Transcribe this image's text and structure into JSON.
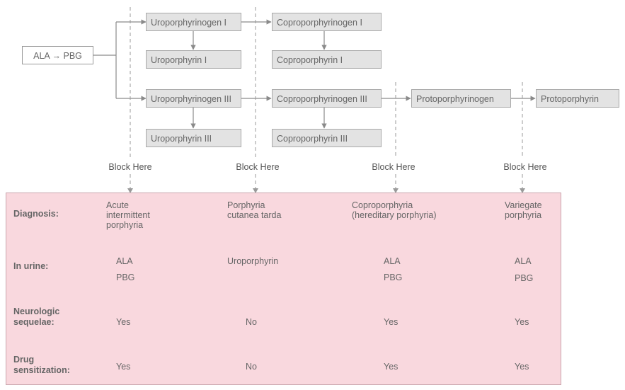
{
  "pathway": {
    "start": "ALA → PBG",
    "uro1": "Uroporphyrinogen I",
    "copro1": "Coproporphyrinogen I",
    "uroporphyrin1": "Uroporphyrin I",
    "coproporphyrin1": "Coproporphyrin I",
    "uro3": "Uroporphyrinogen III",
    "copro3": "Coproporphyrinogen III",
    "protogen": "Protoporphyrinogen",
    "proto": "Protoporphyrin",
    "uroporphyrin3": "Uroporphyrin III",
    "coproporphyrin3": "Coproporphyrin III"
  },
  "block_label": "Block Here",
  "row_headers": {
    "diagnosis": "Diagnosis:",
    "urine": "In urine:",
    "neuro": "Neurologic\nsequelae:",
    "drug": "Drug\nsensitization:"
  },
  "columns": [
    {
      "diagnosis": "Acute\nintermittent\nporphyria",
      "urine_1": "ALA",
      "urine_2": "PBG",
      "neuro": "Yes",
      "drug": "Yes"
    },
    {
      "diagnosis": "Porphyria\ncutanea tarda",
      "urine_1": "Uroporphyrin",
      "urine_2": "",
      "neuro": "No",
      "drug": "No"
    },
    {
      "diagnosis": "Coproporphyria\n(hereditary porphyria)",
      "urine_1": "ALA",
      "urine_2": "PBG",
      "neuro": "Yes",
      "drug": "Yes"
    },
    {
      "diagnosis": "Variegate\nporphyria",
      "urine_1": "ALA",
      "urine_2": "PBG",
      "neuro": "Yes",
      "drug": "Yes"
    }
  ],
  "colors": {
    "box_fill": "#e3e3e3",
    "panel_fill": "#f9d8de",
    "line": "#8a8a8a"
  }
}
